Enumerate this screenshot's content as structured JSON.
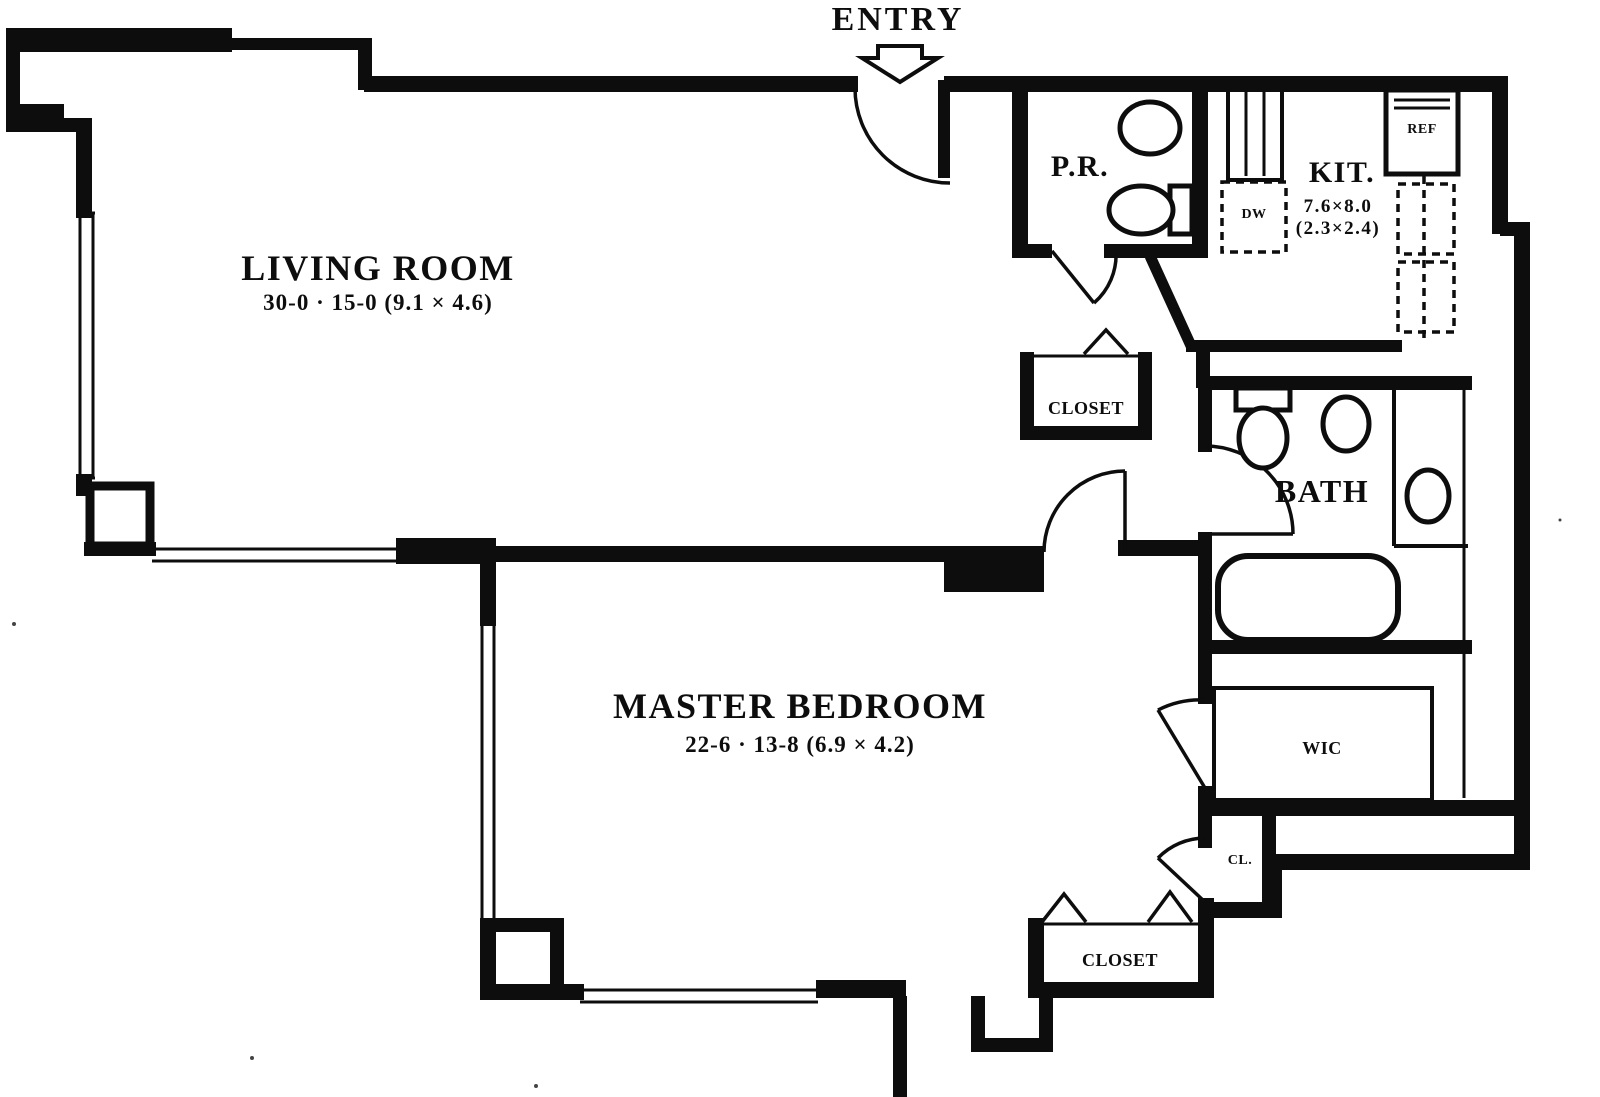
{
  "plan": {
    "entry_label": "ENTRY",
    "living_room": {
      "name": "LIVING ROOM",
      "dims": "30-0 · 15-0 (9.1 × 4.6)"
    },
    "master_bedroom": {
      "name": "MASTER BEDROOM",
      "dims": "22-6 · 13-8 (6.9 × 4.2)"
    },
    "kitchen": {
      "name": "KIT.",
      "dims_ft": "7.6×8.0",
      "dims_m": "(2.3×2.4)"
    },
    "powder_room": {
      "name": "P.R."
    },
    "bath": {
      "name": "BATH"
    },
    "wic": {
      "name": "WIC"
    },
    "closet_hall": {
      "name": "CLOSET"
    },
    "closet_bedroom": {
      "name": "CLOSET"
    },
    "closet_small": {
      "name": "CL."
    },
    "appliances": {
      "dishwasher": "DW",
      "refrigerator": "REF"
    }
  },
  "colors": {
    "ink": "#0d0d0d",
    "paper": "#ffffff"
  }
}
